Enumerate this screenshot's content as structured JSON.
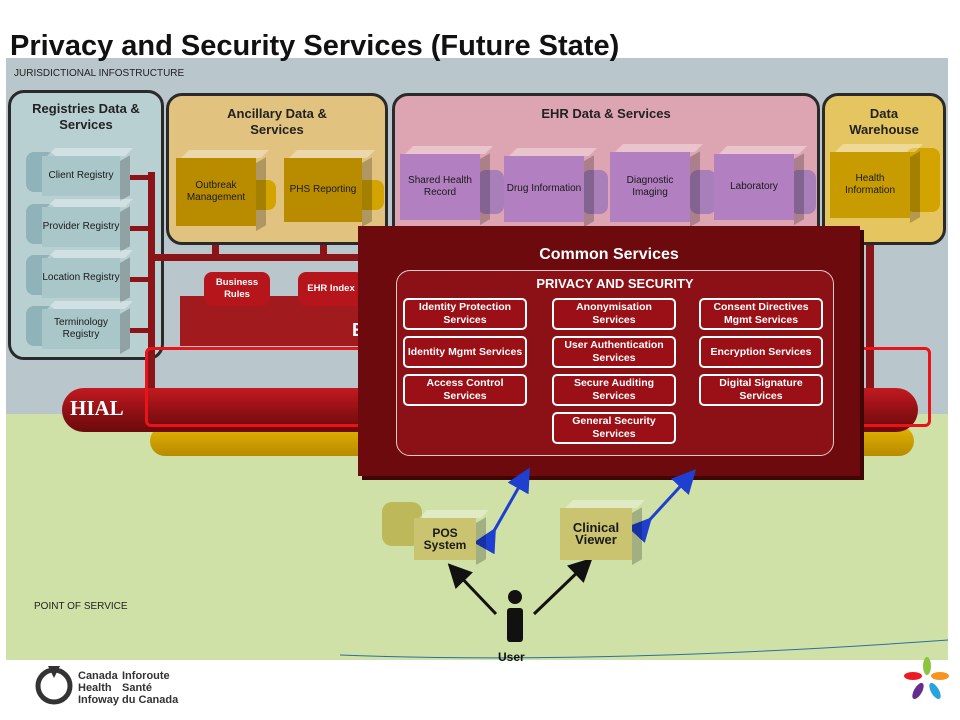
{
  "title": "Privacy and Security Services (Future State)",
  "jurisdictional_label": "JURISDICTIONAL INFOSTRUCTURE",
  "point_of_service_label": "POINT OF SERVICE",
  "registries": {
    "title": "Registries Data & Services",
    "items": [
      "Client Registry",
      "Provider Registry",
      "Location Registry",
      "Terminology Registry"
    ]
  },
  "ancillary": {
    "title": "Ancillary Data & Services",
    "items": [
      "Outbreak Management",
      "PHS Reporting"
    ]
  },
  "ehr": {
    "title": "EHR Data & Services",
    "items": [
      "Shared Health Record",
      "Drug Information",
      "Diagnostic Imaging",
      "Laboratory"
    ]
  },
  "warehouse": {
    "title": "Data Warehouse",
    "items": [
      "Health Information"
    ]
  },
  "cylinders": [
    "Business Rules",
    "EHR Index"
  ],
  "hidden_letter": "E",
  "hial_label": "HIAL",
  "common_services": {
    "title": "Common Services",
    "privacy_title": "PRIVACY AND SECURITY",
    "services": [
      "Identity Protection Services",
      "Anonymisation Services",
      "Consent Directives Mgmt Services",
      "Identity Mgmt Services",
      "User Authentication Services",
      "Encryption Services",
      "Access Control Services",
      "Secure Auditing Services",
      "Digital Signature Services",
      "General Security Services"
    ]
  },
  "pos_system": "POS System",
  "clinical_viewer": "Clinical Viewer",
  "user_label": "User",
  "logo": {
    "en": [
      "Canada",
      "Health",
      "Infoway"
    ],
    "fr": [
      "Inforoute",
      "Santé",
      "du Canada"
    ]
  },
  "colors": {
    "registries_panel": "#b9d0d3",
    "ancillary_panel": "#e1c27e",
    "ehr_panel": "#dda5b2",
    "warehouse_panel": "#e5c560",
    "common_services": "#6c0a0e",
    "hial": "#a31419"
  }
}
